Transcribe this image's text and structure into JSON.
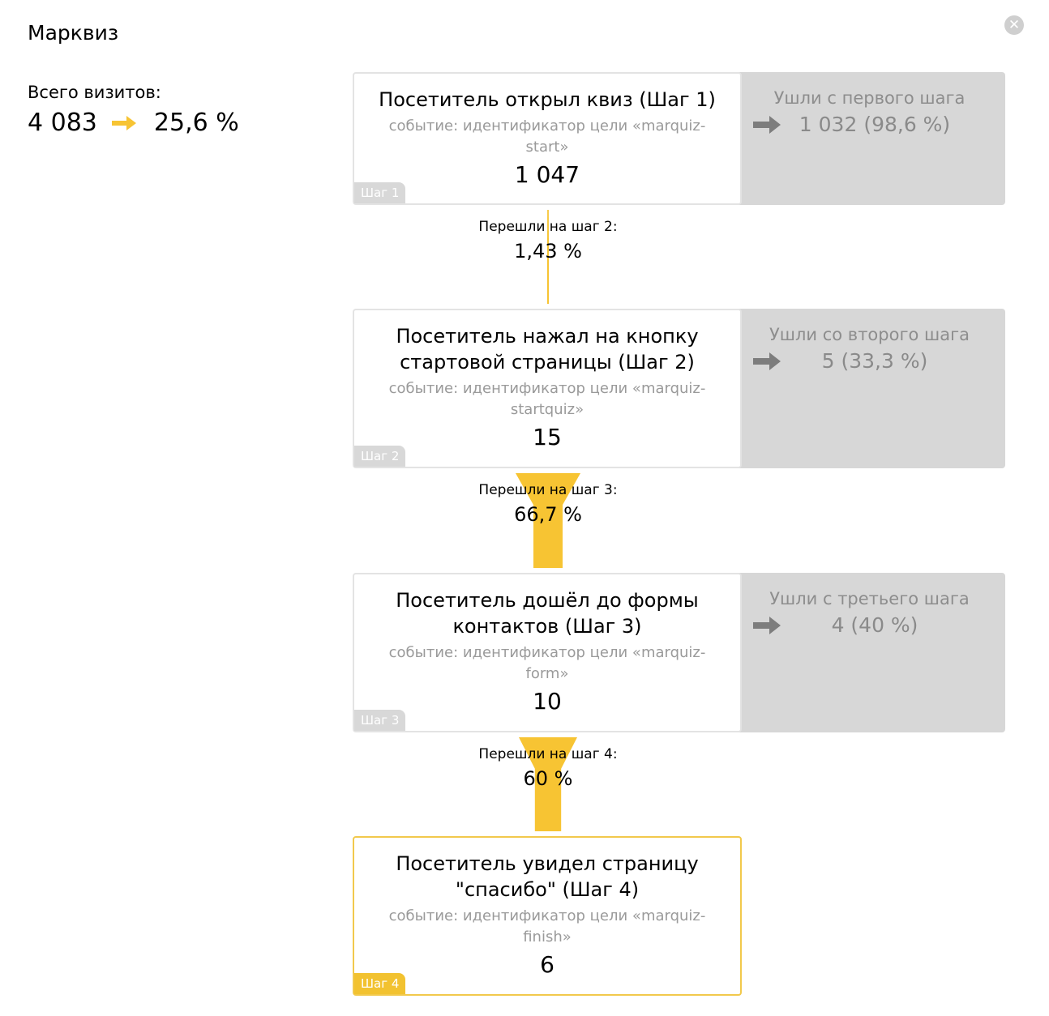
{
  "window": {
    "title": "Марквиз"
  },
  "summary": {
    "label": "Всего визитов:",
    "visits": "4 083",
    "conversion": "25,6 %"
  },
  "colors": {
    "accent": "#f7c433",
    "drop_bg": "#d7d7d7",
    "tag": "#d8d8d8",
    "final_border": "#f2c94c"
  },
  "steps": [
    {
      "name": "Посетитель открыл квиз (Шаг 1)",
      "event": "событие: идентификатор цели «marquiz-start»",
      "count": "1 047",
      "tag": "Шаг 1",
      "drop_label": "Ушли с первого шага",
      "drop_value": "1 032 (98,6 %)"
    },
    {
      "name": "Посетитель нажал на кнопку стартовой страницы (Шаг 2)",
      "event": "событие: идентификатор цели «marquiz-startquiz»",
      "count": "15",
      "tag": "Шаг 2",
      "drop_label": "Ушли со второго шага",
      "drop_value": "5 (33,3 %)"
    },
    {
      "name": "Посетитель дошёл до формы контактов (Шаг 3)",
      "event": "событие: идентификатор цели «marquiz-form»",
      "count": "10",
      "tag": "Шаг 3",
      "drop_label": "Ушли с третьего шага",
      "drop_value": "4 (40 %)"
    },
    {
      "name": "Посетитель увидел страницу \"спасибо\" (Шаг 4)",
      "event": "событие: идентификатор цели «marquiz-finish»",
      "count": "6",
      "tag": "Шаг 4"
    }
  ],
  "transitions": [
    {
      "label": "Перешли на шаг 2:",
      "value": "1,43 %",
      "fraction": 0.0143
    },
    {
      "label": "Перешли на шаг 3:",
      "value": "66,7 %",
      "fraction": 0.667
    },
    {
      "label": "Перешли на шаг 4:",
      "value": "60 %",
      "fraction": 0.6
    }
  ]
}
